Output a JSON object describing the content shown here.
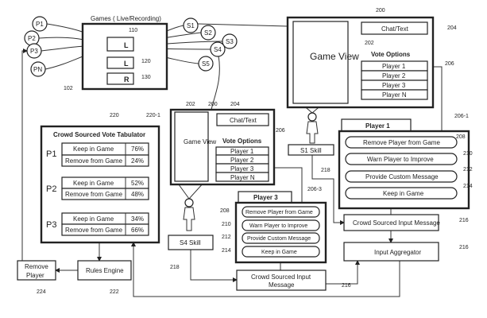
{
  "games": {
    "title": "Games ( Live/Recording)",
    "ref": "102",
    "slots": [
      {
        "label": "L",
        "ref": "110"
      },
      {
        "label": "L",
        "ref": "120"
      },
      {
        "label": "R",
        "ref": "130"
      }
    ]
  },
  "players": [
    "P1",
    "P2",
    "P3",
    "PN"
  ],
  "spectators": [
    "S1",
    "S2",
    "S3",
    "S4",
    "S5"
  ],
  "view_main": {
    "ref": "200",
    "game_view": "Game View",
    "game_view_ref": "202",
    "chat": "Chat/Text",
    "chat_ref": "204",
    "vote_title": "Vote Options",
    "vote_ref": "206",
    "options": [
      "Player 1",
      "Player 2",
      "Player 3",
      "Player N"
    ]
  },
  "view_mid": {
    "ref": "200",
    "game_view_ref": "202",
    "chat_ref": "204",
    "vote_ref": "206"
  },
  "skill_s1": {
    "label": "S1 Skill",
    "ref": "218"
  },
  "skill_s4": {
    "label": "S4 Skill",
    "ref": "218"
  },
  "panel_p1": {
    "title": "Player 1",
    "ref": "206-1",
    "actions": [
      {
        "label": "Remove Player from Game",
        "ref": "208"
      },
      {
        "label": "Warn Player to Improve",
        "ref": "210"
      },
      {
        "label": "Provide Custom Message",
        "ref": "212"
      },
      {
        "label": "Keep in Game",
        "ref": "214"
      }
    ]
  },
  "panel_p3": {
    "title": "Player 3",
    "ref": "206-3",
    "actions": [
      {
        "label": "Remove Player from Game",
        "ref": "208"
      },
      {
        "label": "Warn Player to Improve",
        "ref": "210"
      },
      {
        "label": "Provide Custom Message",
        "ref": "212"
      },
      {
        "label": "Keep in Game",
        "ref": "214"
      }
    ]
  },
  "csim_right": {
    "label": "Crowd Sourced Input Message",
    "ref": "216"
  },
  "csim_bottom": {
    "label1": "Crowd Sourced Input",
    "label2": "Message",
    "ref": "216"
  },
  "aggregator": {
    "label": "Input Aggregator",
    "ref": "216"
  },
  "tabulator": {
    "title": "Crowd Sourced Vote Tabulator",
    "ref": "220",
    "ref2": "220-1",
    "rows": [
      {
        "player": "P1",
        "keep": "Keep in Game",
        "keep_pct": "76%",
        "remove": "Remove from Game",
        "remove_pct": "24%"
      },
      {
        "player": "P2",
        "keep": "Keep in Game",
        "keep_pct": "52%",
        "remove": "Remove from Game",
        "remove_pct": "48%"
      },
      {
        "player": "P3",
        "keep": "Keep in Game",
        "keep_pct": "34%",
        "remove": "Remove from Game",
        "remove_pct": "66%"
      }
    ]
  },
  "rules_engine": {
    "label": "Rules Engine",
    "ref": "222"
  },
  "remove_player": {
    "label1": "Remove",
    "label2": "Player",
    "ref": "224"
  }
}
